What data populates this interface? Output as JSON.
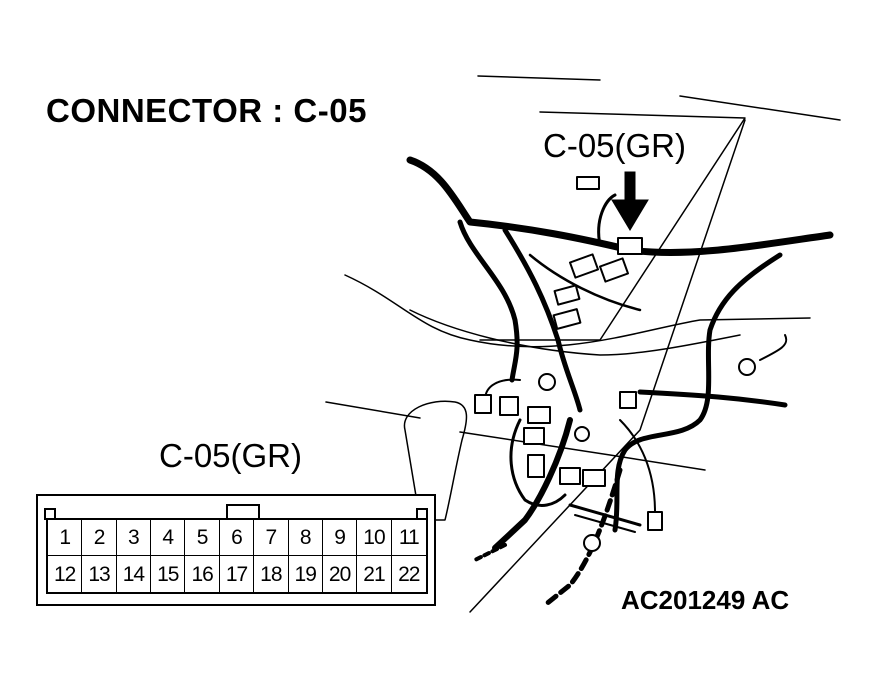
{
  "diagram": {
    "title": "CONNECTOR : C-05",
    "connector_label_top": "C-05(GR)",
    "connector_label_face": "C-05(GR)",
    "reference_code": "AC201249 AC"
  },
  "connector_face": {
    "rows": [
      [
        "1",
        "2",
        "3",
        "4",
        "5",
        "6",
        "7",
        "8",
        "9",
        "10",
        "11"
      ],
      [
        "12",
        "13",
        "14",
        "15",
        "16",
        "17",
        "18",
        "19",
        "20",
        "21",
        "22"
      ]
    ]
  },
  "colors": {
    "line": "#000000",
    "background": "#ffffff"
  }
}
